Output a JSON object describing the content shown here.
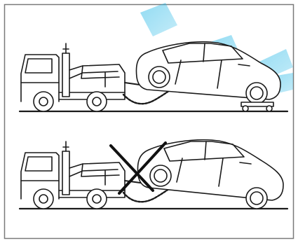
{
  "figure": {
    "panels": [
      {
        "id": "correct-tow",
        "marking": "none"
      },
      {
        "id": "incorrect-tow",
        "marking": "x-mark"
      }
    ],
    "watermark": {
      "color": "#1fb6e6"
    },
    "colors": {
      "line": "#1a1a1a",
      "background": "#ffffff",
      "border": "#7a7a7a"
    }
  }
}
